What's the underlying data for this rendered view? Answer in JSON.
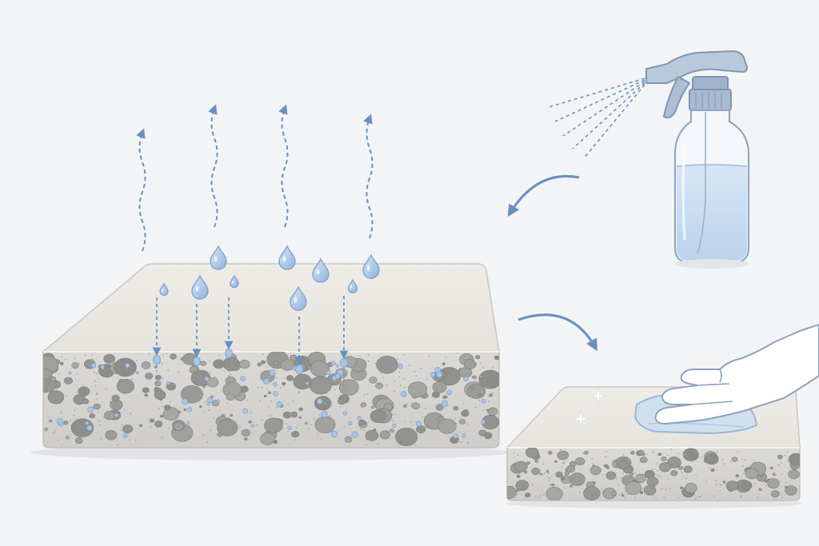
{
  "figure": {
    "background": "#f3f4f6",
    "colors": {
      "arrow": "#6a8fbf",
      "drop_fill": "#a9c6e6",
      "drop_stroke": "#7fa3cf",
      "slab_top": "#ece9e4",
      "slab_side": "#d7d5d1",
      "pore": "#9a9995",
      "bottle_liquid": "#cfe0f1",
      "bottle_outline": "#8da3bd",
      "cloth": "#cfe0ef",
      "hand": "#ffffff"
    },
    "icons": {
      "evaporation": "wavy-up-arrow-icon",
      "absorption": "dashed-down-arrow-icon",
      "water": "water-drop-icon",
      "spray": "spray-bottle-icon",
      "wipe": "hand-wiping-cloth-icon",
      "shine": "sparkle-icon",
      "flow": "curved-arrow-icon"
    },
    "panels": [
      "porous-stone-slab",
      "spray-bottle",
      "wiping-sealed-slab"
    ]
  }
}
